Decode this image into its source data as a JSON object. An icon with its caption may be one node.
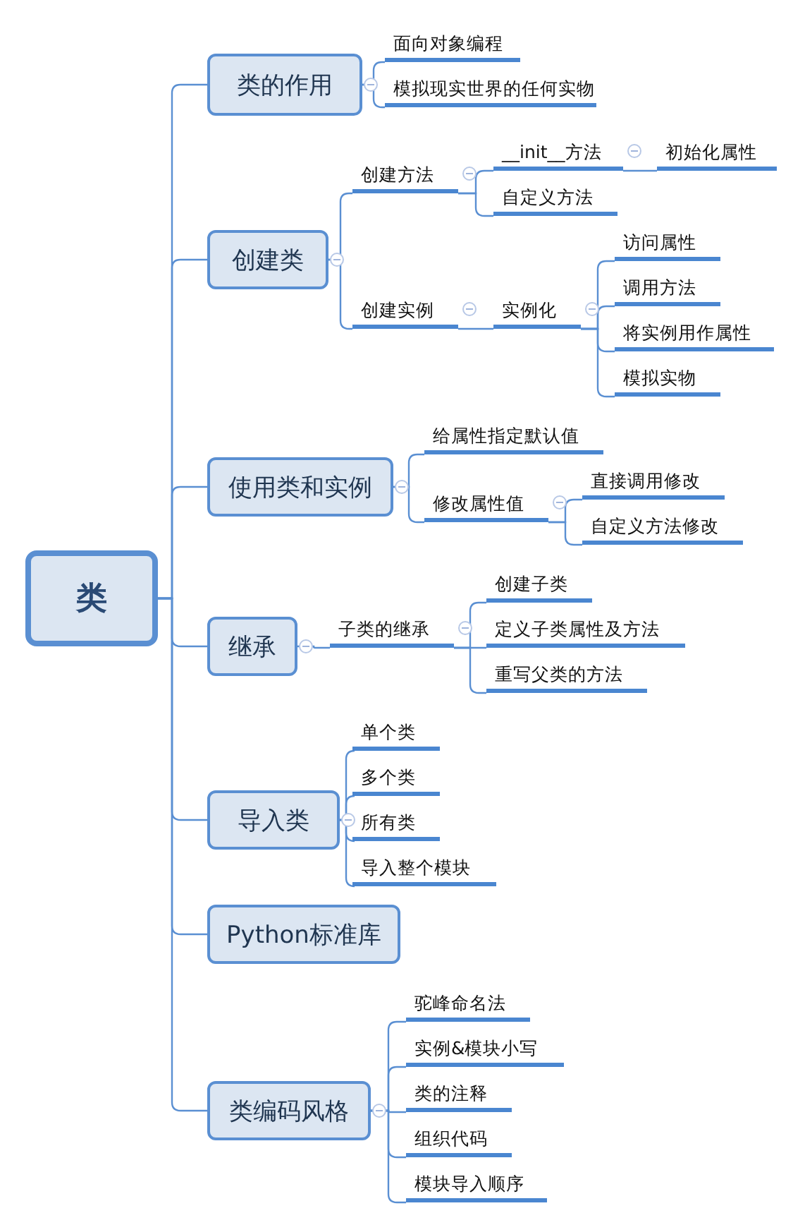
{
  "diagram": {
    "nodes": [
      {
        "text": [
          "类"
        ]
      },
      {
        "text": [
          "类的作用"
        ]
      },
      {
        "text": [
          "面向对象编程"
        ]
      },
      {
        "text": [
          "模拟现实世界的任何实物"
        ]
      },
      {
        "text": [
          "创建类"
        ]
      },
      {
        "text": [
          "创建方法"
        ]
      },
      {
        "text": [
          "__init__方法"
        ]
      },
      {
        "text": [
          "初始化属性"
        ]
      },
      {
        "text": [
          "自定义方法"
        ]
      },
      {
        "text": [
          "创建实例"
        ]
      },
      {
        "text": [
          "实例化"
        ]
      },
      {
        "text": [
          "访问属性"
        ]
      },
      {
        "text": [
          "调用方法"
        ]
      },
      {
        "text": [
          "将实例用作属性"
        ]
      },
      {
        "text": [
          "模拟实物"
        ]
      },
      {
        "text": [
          "使用类和实例"
        ]
      },
      {
        "text": [
          "给属性指定默认值"
        ]
      },
      {
        "text": [
          "修改属性值"
        ]
      },
      {
        "text": [
          "直接调用修改"
        ]
      },
      {
        "text": [
          "自定义方法修改"
        ]
      },
      {
        "text": [
          "继承"
        ]
      },
      {
        "text": [
          "子类的继承"
        ]
      },
      {
        "text": [
          "创建子类"
        ]
      },
      {
        "text": [
          "定义子类属性及方法"
        ]
      },
      {
        "text": [
          "重写父类的方法"
        ]
      },
      {
        "text": [
          "导入类"
        ]
      },
      {
        "text": [
          "单个类"
        ]
      },
      {
        "text": [
          "多个类"
        ]
      },
      {
        "text": [
          "所有类"
        ]
      },
      {
        "text": [
          "导入整个模块"
        ]
      },
      {
        "text": [
          "Python标准库"
        ]
      },
      {
        "text": [
          "类编码风格"
        ]
      },
      {
        "text": [
          "驼峰命名法"
        ]
      },
      {
        "text": [
          "实例&模块小写"
        ]
      },
      {
        "text": [
          "类的注释"
        ]
      },
      {
        "text": [
          "组织代码"
        ]
      },
      {
        "text": [
          "模块导入顺序"
        ]
      }
    ],
    "edges": [
      {
        "from": 0,
        "to": 1,
        "arrow": "none"
      },
      {
        "from": 1,
        "to": 2,
        "arrow": "none"
      },
      {
        "from": 1,
        "to": 3,
        "arrow": "none"
      },
      {
        "from": 0,
        "to": 4,
        "arrow": "none"
      },
      {
        "from": 4,
        "to": 5,
        "arrow": "none"
      },
      {
        "from": 5,
        "to": 6,
        "arrow": "none"
      },
      {
        "from": 6,
        "to": 7,
        "arrow": "none"
      },
      {
        "from": 5,
        "to": 8,
        "arrow": "none"
      },
      {
        "from": 4,
        "to": 9,
        "arrow": "none"
      },
      {
        "from": 9,
        "to": 10,
        "arrow": "none"
      },
      {
        "from": 10,
        "to": 11,
        "arrow": "none"
      },
      {
        "from": 10,
        "to": 12,
        "arrow": "none"
      },
      {
        "from": 10,
        "to": 13,
        "arrow": "none"
      },
      {
        "from": 10,
        "to": 14,
        "arrow": "none"
      },
      {
        "from": 0,
        "to": 15,
        "arrow": "none"
      },
      {
        "from": 15,
        "to": 16,
        "arrow": "none"
      },
      {
        "from": 15,
        "to": 17,
        "arrow": "none"
      },
      {
        "from": 17,
        "to": 18,
        "arrow": "none"
      },
      {
        "from": 17,
        "to": 19,
        "arrow": "none"
      },
      {
        "from": 0,
        "to": 20,
        "arrow": "none"
      },
      {
        "from": 20,
        "to": 21,
        "arrow": "none"
      },
      {
        "from": 21,
        "to": 22,
        "arrow": "none"
      },
      {
        "from": 21,
        "to": 23,
        "arrow": "none"
      },
      {
        "from": 21,
        "to": 24,
        "arrow": "none"
      },
      {
        "from": 0,
        "to": 25,
        "arrow": "none"
      },
      {
        "from": 25,
        "to": 26,
        "arrow": "none"
      },
      {
        "from": 25,
        "to": 27,
        "arrow": "none"
      },
      {
        "from": 25,
        "to": 28,
        "arrow": "none"
      },
      {
        "from": 25,
        "to": 29,
        "arrow": "none"
      },
      {
        "from": 0,
        "to": 30,
        "arrow": "none"
      },
      {
        "from": 0,
        "to": 31,
        "arrow": "none"
      },
      {
        "from": 31,
        "to": 32,
        "arrow": "none"
      },
      {
        "from": 31,
        "to": 33,
        "arrow": "none"
      },
      {
        "from": 31,
        "to": 34,
        "arrow": "none"
      },
      {
        "from": 31,
        "to": 35,
        "arrow": "none"
      },
      {
        "from": 31,
        "to": 36,
        "arrow": "none"
      }
    ]
  }
}
